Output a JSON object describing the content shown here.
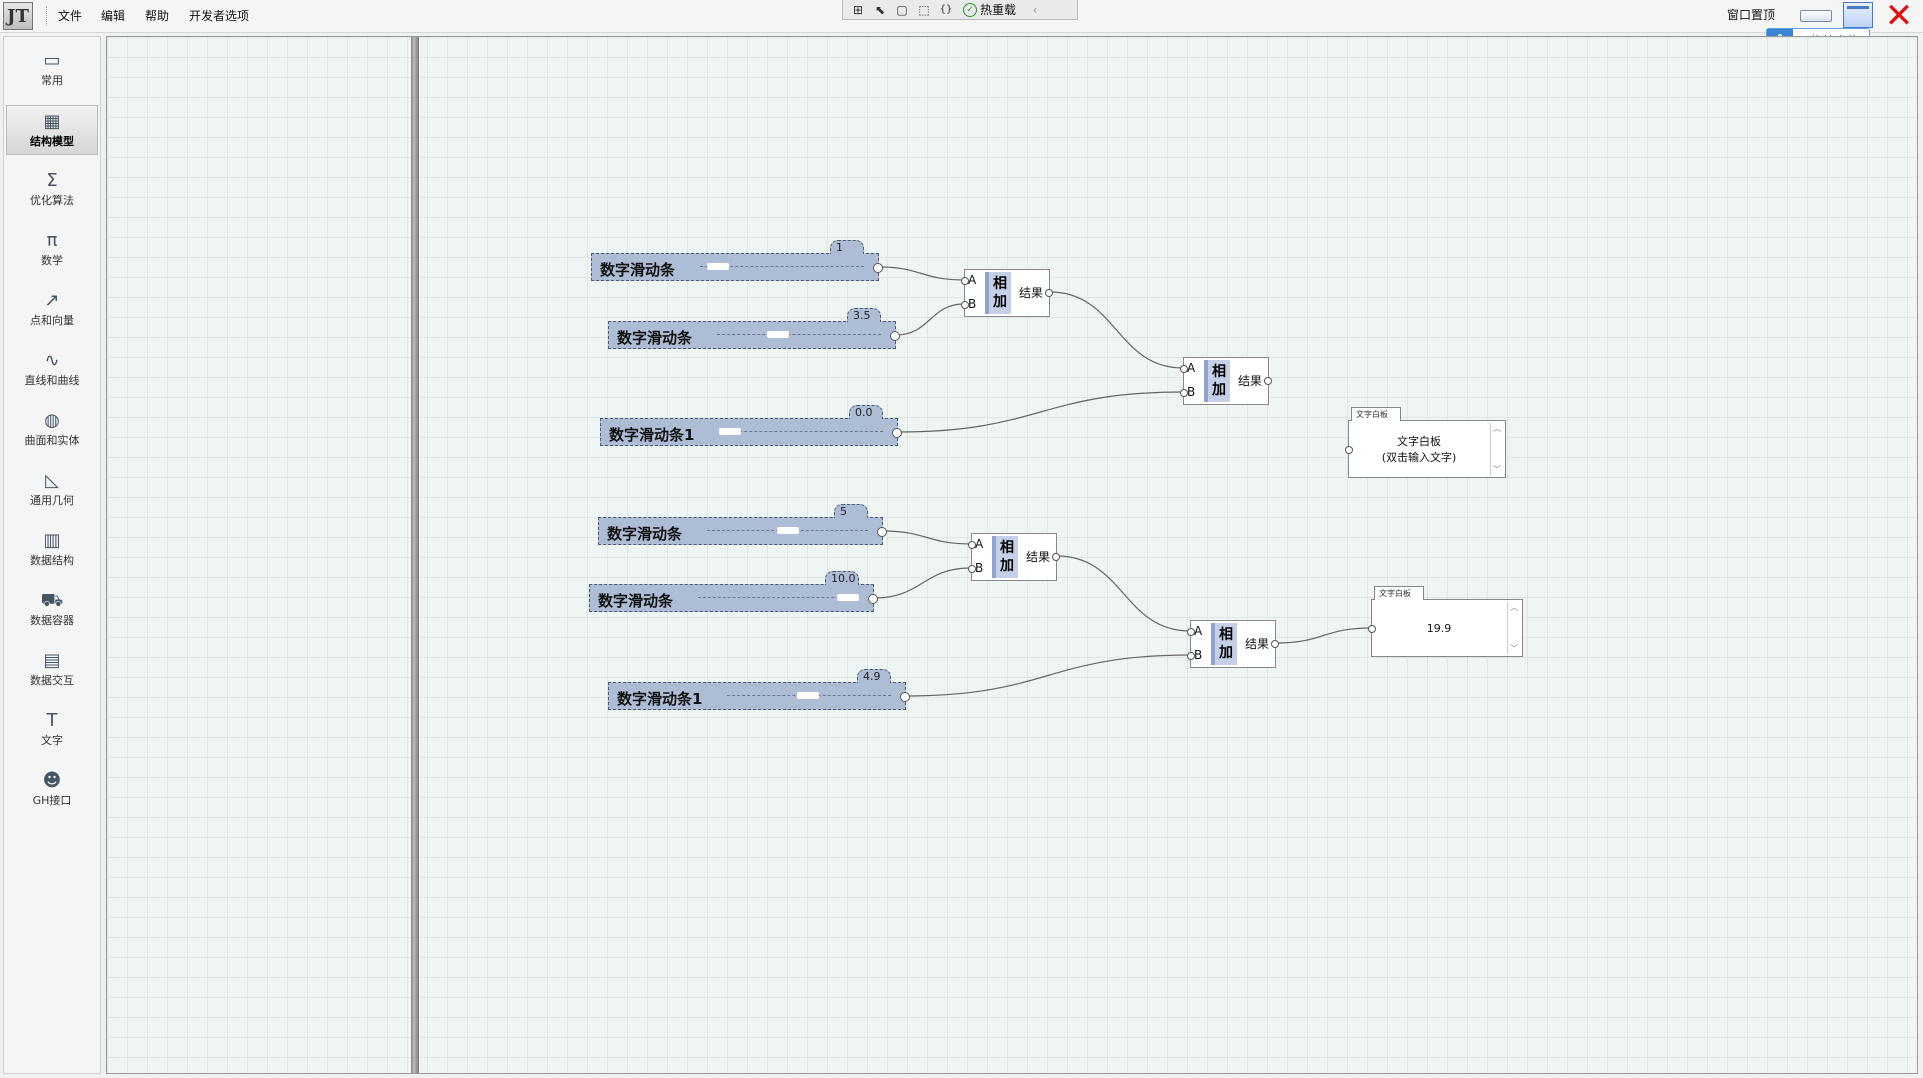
{
  "menubar": {
    "logo": "JT",
    "items": [
      "文件",
      "编辑",
      "帮助",
      "开发者选项"
    ],
    "pin_label": "窗口置顶",
    "upload_label": "拖拽上传"
  },
  "toolbar": {
    "hot_reload_label": "热重载",
    "icons": [
      "add-box-icon",
      "pointer-select-icon",
      "frame-icon",
      "zoom-select-icon",
      "bracket-icon",
      "check-circle-icon",
      "collapse-left-icon"
    ]
  },
  "sidebar": {
    "items": [
      {
        "label": "常用",
        "icon": "window-icon",
        "glyph": "▭"
      },
      {
        "label": "结构模型",
        "icon": "structure-icon",
        "glyph": "▦"
      },
      {
        "label": "优化算法",
        "icon": "sigma-icon",
        "glyph": "Σ"
      },
      {
        "label": "数学",
        "icon": "pi-icon",
        "glyph": "π"
      },
      {
        "label": "点和向量",
        "icon": "point-vector-icon",
        "glyph": "↗"
      },
      {
        "label": "直线和曲线",
        "icon": "curve-icon",
        "glyph": "∿"
      },
      {
        "label": "曲面和实体",
        "icon": "surface-icon",
        "glyph": "◍"
      },
      {
        "label": "通用几何",
        "icon": "geometry-icon",
        "glyph": "◺"
      },
      {
        "label": "数据结构",
        "icon": "data-structure-icon",
        "glyph": "▥"
      },
      {
        "label": "数据容器",
        "icon": "cart-icon",
        "glyph": "⛟"
      },
      {
        "label": "数据交互",
        "icon": "computer-icon",
        "glyph": "▤"
      },
      {
        "label": "文字",
        "icon": "text-icon",
        "glyph": "T"
      },
      {
        "label": "GH接口",
        "icon": "cat-icon",
        "glyph": "☻"
      }
    ],
    "active_index": 1
  },
  "canvas": {
    "sliders": [
      {
        "label": "数字滑动条",
        "value": "1",
        "fraction": 0.05
      },
      {
        "label": "数字滑动条",
        "value": "3.5",
        "fraction": 0.35
      },
      {
        "label": "数字滑动条1",
        "value": "0.0",
        "fraction": 0.0
      },
      {
        "label": "数字滑动条",
        "value": "5",
        "fraction": 0.5
      },
      {
        "label": "数字滑动条",
        "value": "10.0",
        "fraction": 1.0
      },
      {
        "label": "数字滑动条1",
        "value": "4.9",
        "fraction": 0.49
      }
    ],
    "adders": [
      {
        "input_a": "A",
        "input_b": "B",
        "op": "相\n加",
        "output": "结果"
      },
      {
        "input_a": "A",
        "input_b": "B",
        "op": "相\n加",
        "output": "结果"
      },
      {
        "input_a": "A",
        "input_b": "B",
        "op": "相\n加",
        "output": "结果"
      },
      {
        "input_a": "A",
        "input_b": "B",
        "op": "相\n加",
        "output": "结果"
      }
    ],
    "panels": [
      {
        "title": "文字白板",
        "text": "文字白板\n(双击输入文字)"
      },
      {
        "title": "文字白板",
        "text": "19.9"
      }
    ]
  }
}
